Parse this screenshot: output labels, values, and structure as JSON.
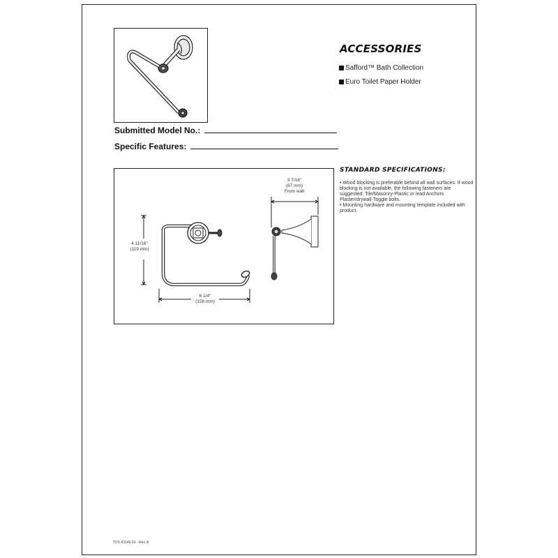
{
  "header": {
    "title": "ACCESSORIES",
    "collection": "Safford™ Bath Collection",
    "product": "Euro Toilet Paper Holder"
  },
  "form": {
    "model_label": "Submitted Model No.:",
    "features_label": "Specific Features:"
  },
  "specs": {
    "heading": "STANDARD SPECIFICATIONS:",
    "items": [
      "• Wood blocking is preferable behind all wall surfaces. If wood blocking is not available, the following fasteners are suggested: Tile/Masonry-Plastic or lead Anchors Plaster/drywall-Toggle bolts.",
      "• Mounting hardware and mounting template included with product."
    ]
  },
  "dimensions": {
    "height": "4 11/16\"",
    "height_mm": "(119 mm)",
    "width": "6 1/4\"",
    "width_mm": "(158 mm)",
    "depth": "3 7/16\"",
    "depth_mm": "(87 mm)",
    "depth_note": "From wall"
  },
  "footer": {
    "doc_code": "TDS 43146-50 - Rev. A"
  }
}
